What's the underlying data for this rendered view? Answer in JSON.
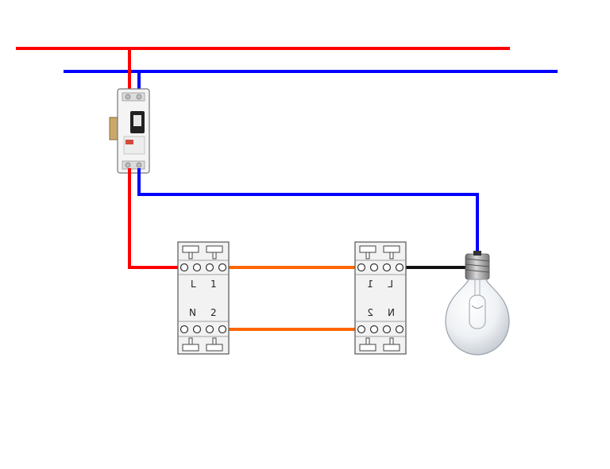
{
  "colors": {
    "phase": "#ff0000",
    "neutral": "#0000ff",
    "traveler": "#ff6600",
    "lamp_return": "#111111",
    "switch_body": "#f2f2f2",
    "switch_stroke": "#555555",
    "bulb_glass": "#eef1f4",
    "bulb_base": "#9a9a9a"
  },
  "icons": {
    "breaker": "circuit-breaker-icon",
    "bulb": "light-bulb-icon",
    "switch": "three-way-switch-icon"
  },
  "switch_left": {
    "label_l": "L",
    "label_1": "1",
    "label_n": "N",
    "label_2": "2"
  },
  "switch_right": {
    "label_l": "L",
    "label_1": "1",
    "label_n": "N",
    "label_2": "2"
  }
}
